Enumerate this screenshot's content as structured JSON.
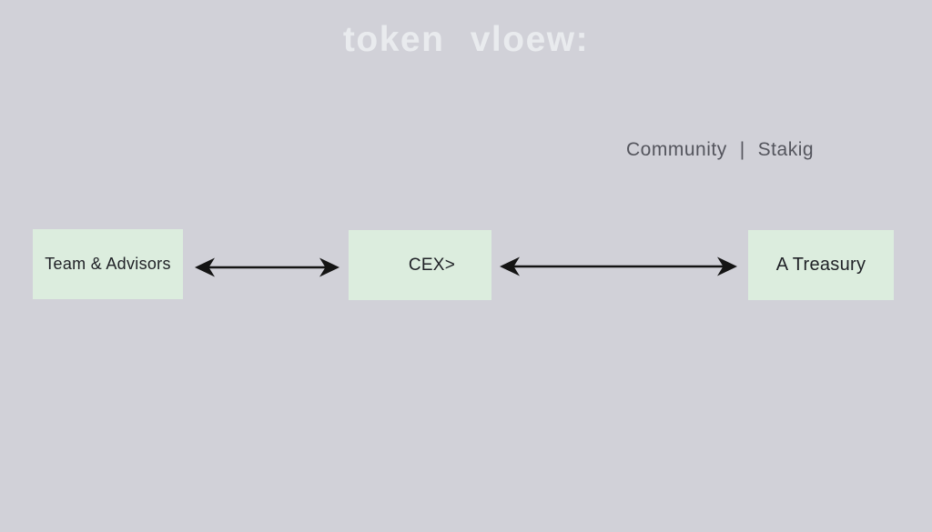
{
  "title": "token vloew:",
  "legend": {
    "item_left": "Community",
    "separator": "|",
    "item_right": "Stakig"
  },
  "diagram": {
    "nodes": [
      {
        "id": "team-advisors",
        "label": "Team & Advisors"
      },
      {
        "id": "cex",
        "label": "CEX>"
      },
      {
        "id": "a-treasury",
        "label": "A Treasury"
      }
    ],
    "edges": [
      {
        "from": "Team & Advisors",
        "to": "CEX>",
        "type": "bidirectional"
      },
      {
        "from": "CEX>",
        "to": "A Treasury",
        "type": "bidirectional"
      }
    ]
  },
  "colors": {
    "background": "#d1d1d8",
    "box_fill": "#dcedde",
    "title_text": "#e9ebee",
    "legend_text": "#54555d",
    "node_text": "#202227",
    "arrow": "#141414"
  }
}
